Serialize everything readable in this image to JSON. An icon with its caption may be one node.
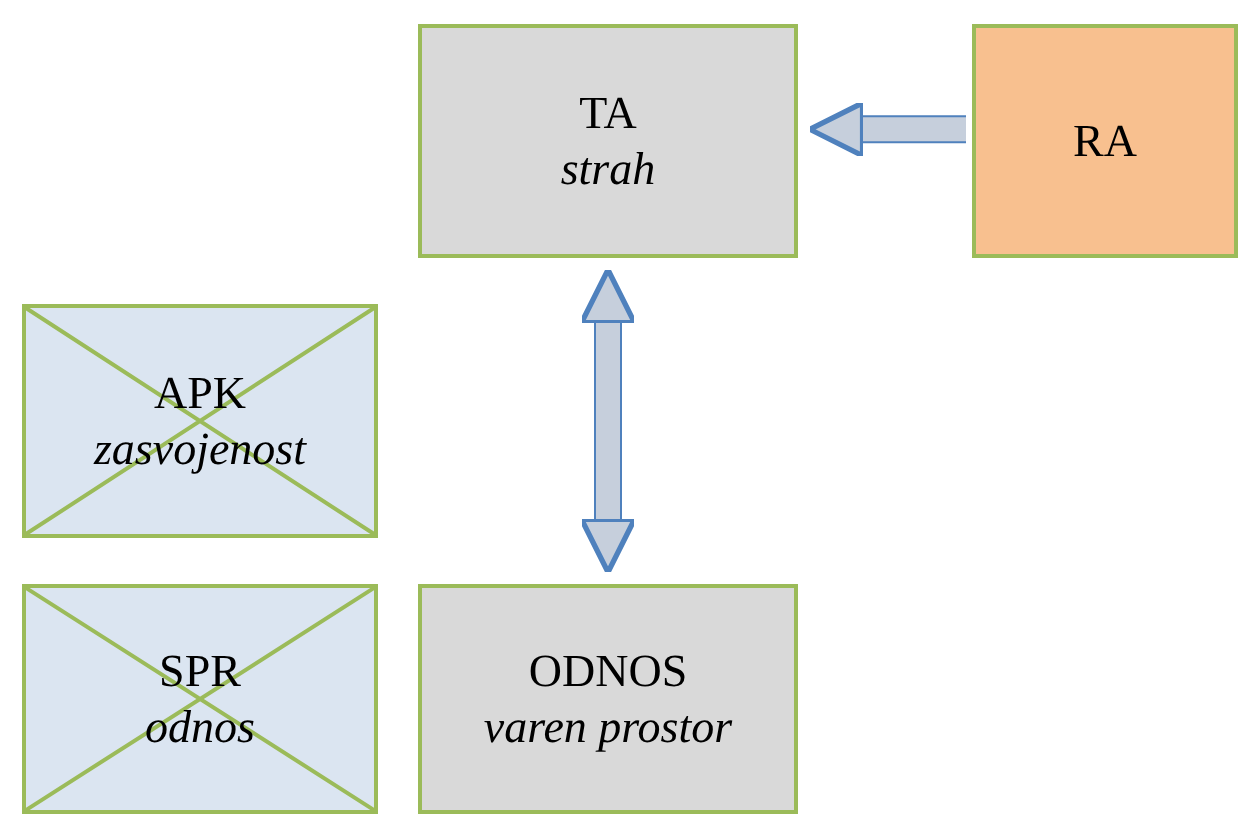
{
  "diagram": {
    "nodes": [
      {
        "text": [
          "TA",
          "strah"
        ]
      },
      {
        "text": [
          "RA"
        ]
      },
      {
        "text": [
          "APK",
          "zasvojenost"
        ]
      },
      {
        "text": [
          "SPR",
          "odnos"
        ]
      },
      {
        "text": [
          "ODNOS",
          "varen prostor"
        ]
      }
    ],
    "edges": [
      {
        "from": 1,
        "to": 0,
        "arrow": "to"
      },
      {
        "from": 0,
        "to": 4,
        "arrow": "both"
      }
    ]
  }
}
